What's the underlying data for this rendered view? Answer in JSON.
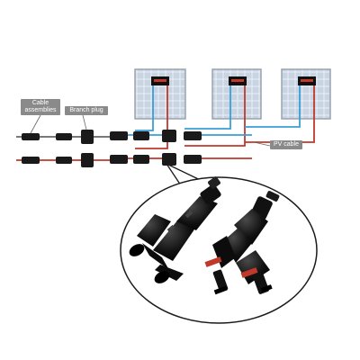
{
  "labels": {
    "cable_assemblies": "Cable\nassemblies",
    "branch_plug": "Branch plug",
    "pv_cable": "PV cable"
  },
  "colors": {
    "positive_wire": "#c0392b",
    "negative_wire": "#3a9fd8",
    "connector": "#1a1a1a",
    "panel_cell": "#c9d4e2",
    "panel_frame": "#9aa3ad",
    "label_bg": "#8a8a8a"
  },
  "icons": [
    "solar-panel-icon",
    "junction-box-icon",
    "mc4-connector-icon",
    "y-branch-connector-icon"
  ]
}
